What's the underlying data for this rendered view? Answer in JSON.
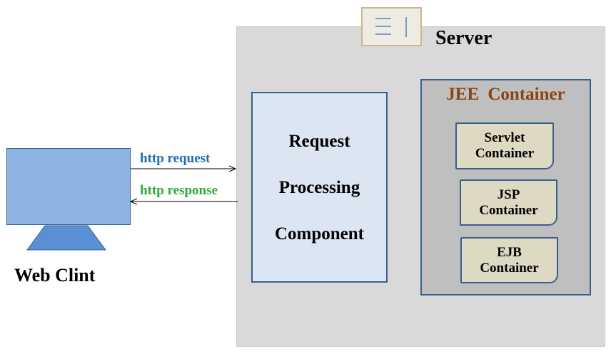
{
  "server": {
    "title": "Server"
  },
  "client": {
    "label": "Web Clint"
  },
  "arrows": {
    "request_label": "http request",
    "response_label": "http response"
  },
  "rpc": {
    "line1": "Request",
    "line2": "Processing",
    "line3": "Component"
  },
  "jee": {
    "title": "JEE Container",
    "containers": [
      {
        "line1": "Servlet",
        "line2": "Container"
      },
      {
        "line1": "JSP",
        "line2": "Container"
      },
      {
        "line1": "EJB",
        "line2": "Container"
      }
    ]
  },
  "colors": {
    "request_label": "#1f6fb5",
    "response_label": "#2eaa3c",
    "jee_title": "#8b4513",
    "monitor": "#8db4e2",
    "monitor_stand": "#5b8fd4"
  },
  "icons": {
    "server_icon": "server-rack-icon",
    "client_icon": "monitor-icon"
  }
}
